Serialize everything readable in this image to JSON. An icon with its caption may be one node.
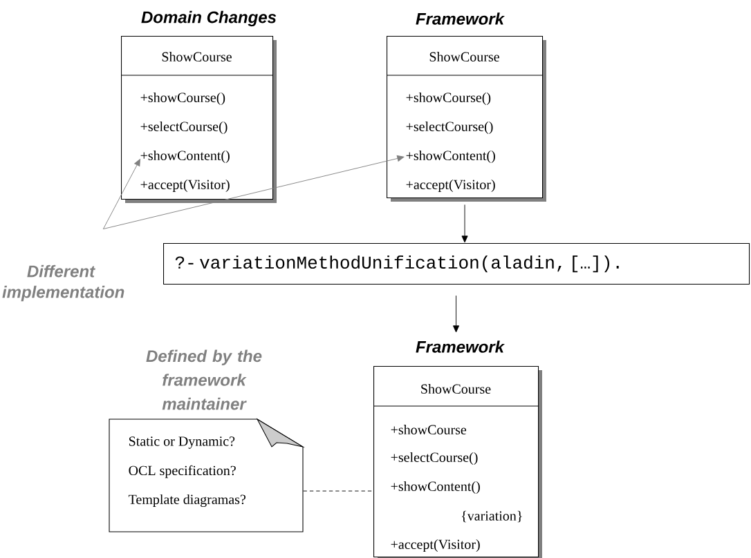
{
  "diagram": {
    "nodes": [
      {
        "text": [
          "Domain Changes",
          "ShowCourse"
        ]
      },
      {
        "text": [
          "+showCourse()"
        ],
        "in": 0
      },
      {
        "text": [
          "+selectCourse()"
        ],
        "in": 0
      },
      {
        "text": [
          "+showContent()"
        ],
        "in": 0
      },
      {
        "text": [
          "+accept(Visitor)"
        ],
        "in": 0
      },
      {
        "text": [
          "Framework",
          "ShowCourse"
        ]
      },
      {
        "text": [
          "+showCourse()"
        ],
        "in": 5
      },
      {
        "text": [
          "+selectCourse()"
        ],
        "in": 5
      },
      {
        "text": [
          "+showContent()"
        ],
        "in": 5
      },
      {
        "text": [
          "+accept(Visitor)"
        ],
        "in": 5
      },
      {
        "text": [
          "?- variationMethodUnification(aladin, […])."
        ]
      },
      {
        "text": [
          "Different implementation"
        ]
      },
      {
        "text": [
          "Defined by the framework maintainer",
          "Static or Dynamic?",
          "OCL specification?",
          "Template diagramas?"
        ]
      },
      {
        "text": [
          "Framework",
          "ShowCourse"
        ]
      },
      {
        "text": [
          "+showCourse"
        ],
        "in": 13
      },
      {
        "text": [
          "+selectCourse()"
        ],
        "in": 13
      },
      {
        "text": [
          "+showContent()"
        ],
        "in": 13
      },
      {
        "text": [
          "{variation}"
        ],
        "in": 13
      },
      {
        "text": [
          "+accept(Visitor)"
        ],
        "in": 13
      }
    ],
    "edges": [
      {
        "from": 11,
        "to": 3,
        "arrow": "to",
        "color": "#808080"
      },
      {
        "from": 11,
        "to": 8,
        "arrow": "to",
        "color": "#808080"
      },
      {
        "from": 5,
        "to": 10,
        "arrow": "to"
      },
      {
        "from": 10,
        "to": 13,
        "arrow": "to"
      },
      {
        "from": 12,
        "to": 13,
        "arrow": "none",
        "style": "dashed"
      }
    ]
  }
}
